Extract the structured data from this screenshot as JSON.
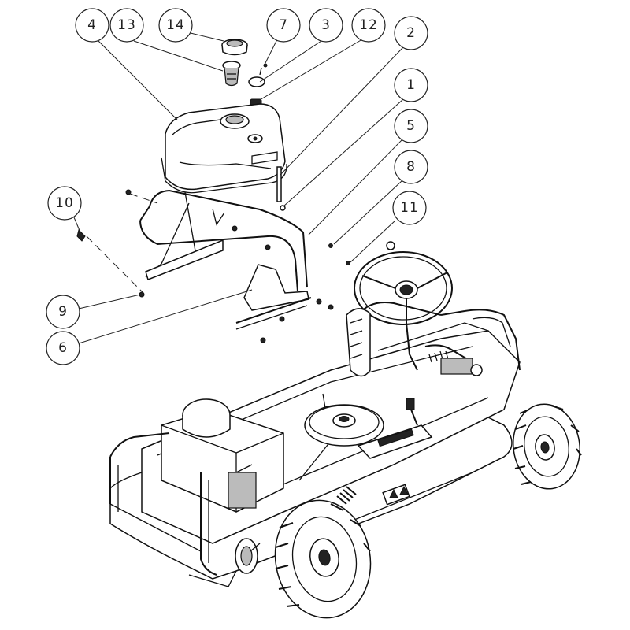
{
  "callouts": [
    {
      "id": "c4",
      "label": "4"
    },
    {
      "id": "c13",
      "label": "13"
    },
    {
      "id": "c14",
      "label": "14"
    },
    {
      "id": "c7",
      "label": "7"
    },
    {
      "id": "c3",
      "label": "3"
    },
    {
      "id": "c12",
      "label": "12"
    },
    {
      "id": "c2",
      "label": "2"
    },
    {
      "id": "c1",
      "label": "1"
    },
    {
      "id": "c5",
      "label": "5"
    },
    {
      "id": "c8",
      "label": "8"
    },
    {
      "id": "c10",
      "label": "10"
    },
    {
      "id": "c11",
      "label": "11"
    },
    {
      "id": "c9",
      "label": "9"
    },
    {
      "id": "c6",
      "label": "6"
    }
  ]
}
